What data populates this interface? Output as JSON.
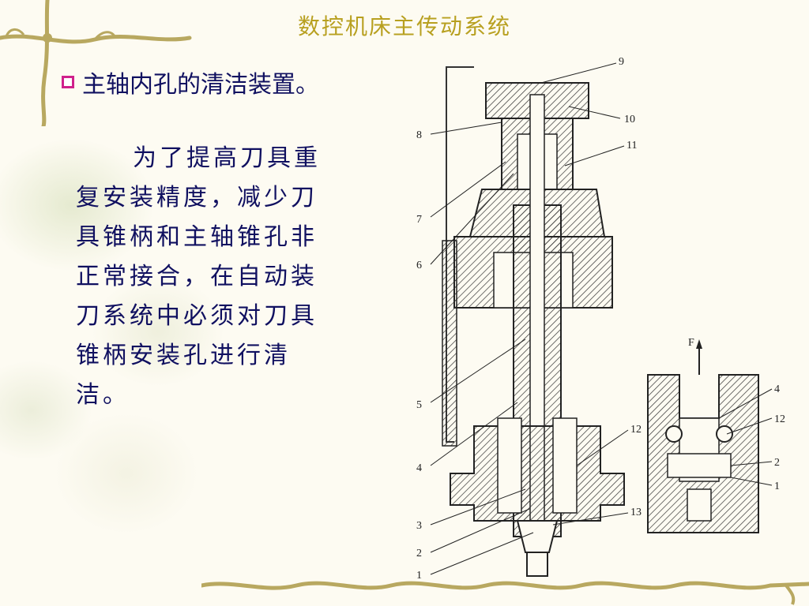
{
  "slide": {
    "title": "数控机床主传动系统",
    "bullet": "主轴内孔的清洁装置。",
    "paragraph_first": "为了提高刀具",
    "paragraph_rest": "重复安装精度，减少刀具锥柄和主轴锥孔非正常接合，在自动装刀系统中必须对刀具锥柄安装孔进行清洁。"
  },
  "figure": {
    "labels_left": [
      "8",
      "7",
      "6",
      "5",
      "4",
      "3",
      "2",
      "1"
    ],
    "labels_right": [
      "9",
      "10",
      "11",
      "12",
      "13"
    ],
    "inset_labels": [
      "F",
      "4",
      "12",
      "2",
      "1"
    ]
  },
  "colors": {
    "title": "#b8a020",
    "text": "#101060",
    "bullet": "#d0208c",
    "vine": "#b8a860"
  }
}
